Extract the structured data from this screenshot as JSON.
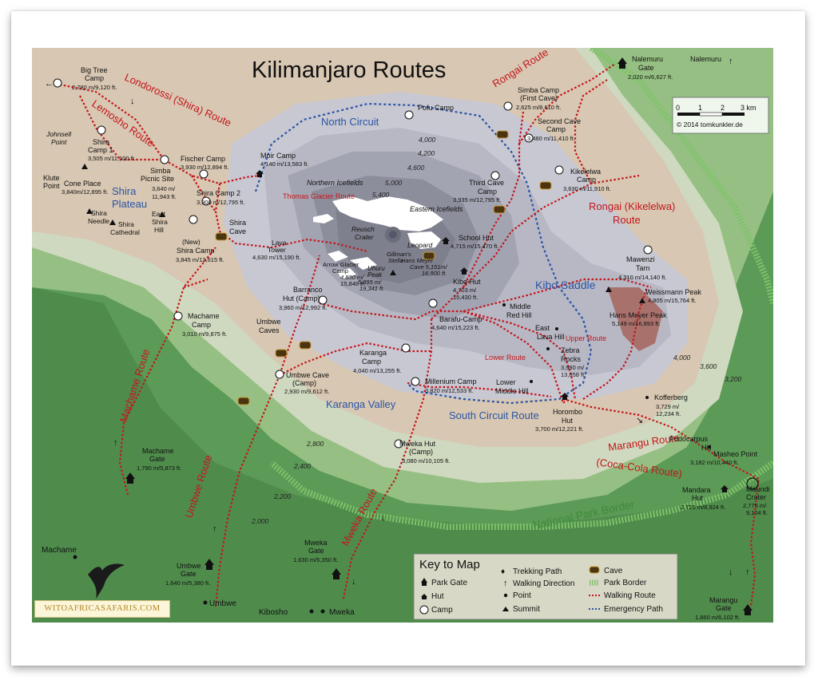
{
  "map": {
    "title": "Kilimanjaro Routes",
    "credit": "© 2014 tomkunkler.de",
    "scale": {
      "ticks": [
        "0",
        "1",
        "2",
        "3 km"
      ]
    },
    "watermark": "WITOAFRICASAFARIS.COM",
    "colors": {
      "route": "#c4161c",
      "emergency": "#2b55a6",
      "park_border": "#7fc26a"
    }
  },
  "routes": {
    "londorossi": "Londorossi (Shira) Route",
    "lemosho": "Lemosho Route",
    "machame": "Machame Route",
    "umbwe": "Umbwe Route",
    "mweka": "Mweka Route",
    "rongai": "Rongai Route",
    "rongai_kikelelwa_1": "Rongai (Kikelelwa)",
    "rongai_kikelelwa_2": "Route",
    "marangu_1": "Marangu Route",
    "marangu_2": "(Coca-Cola Route)",
    "thomas": "Thomas Glacier Route",
    "lower": "Lower Route",
    "upper": "Upper Route"
  },
  "regions": {
    "north_circuit": "North Circuit",
    "south_circuit": "South Circuit Route",
    "shira_1": "Shira",
    "shira_2": "Plateau",
    "kibo_saddle": "Kibo Saddle",
    "karanga_valley": "Karanga Valley",
    "national_park_border": "National Park Border"
  },
  "places": {
    "big_tree": {
      "name1": "Big Tree",
      "name2": "Camp",
      "elev": "2,780 m/9,120 ft."
    },
    "shira_camp1": {
      "name1": "Shira",
      "name2": "Camp 1",
      "elev": "3,505 m/11,500 ft."
    },
    "johnsell": {
      "name1": "Johnsell",
      "name2": "Point"
    },
    "klute": {
      "name1": "Klute",
      "name2": "Point"
    },
    "cone_place": {
      "name1": "Cone Place",
      "elev": "3,840m/12,895 ft."
    },
    "simba_picnic": {
      "name1": "Simba",
      "name2": "Picnic Site",
      "elev1": "3,640 m/",
      "elev2": "11,943 ft."
    },
    "fischer": {
      "name1": "Fischer Camp",
      "elev": "3,930 m/12,894 ft."
    },
    "moir": {
      "name1": "Moir Camp",
      "elev": "4,140 m/13,583 ft."
    },
    "shira_camp2": {
      "name1": "Shira Camp 2",
      "elev": "3,900 m/12,795 ft."
    },
    "shira_needle": {
      "name1": "Shira",
      "name2": "Needle"
    },
    "shira_cathedral": {
      "name1": "Shira",
      "name2": "Cathedral"
    },
    "east_shira": {
      "name1": "East",
      "name2": "Shira",
      "name3": "Hill"
    },
    "shira_cave": {
      "name1": "Shira",
      "name2": "Cave"
    },
    "new_shira": {
      "name1": "(New)",
      "name2": "Shira Camp",
      "elev": "3,845 m/12,615 ft."
    },
    "lava_tower": {
      "name1": "Lava",
      "name2": "Tower",
      "elev": "4,630 m/15,190 ft."
    },
    "arrow_glacier": {
      "name1": "Arrow Glacier",
      "name2": "Camp",
      "elev1": "4,830 m/",
      "elev2": "15,846 ft."
    },
    "uhuru": {
      "name1": "Uhuru",
      "name2": "Peak",
      "elev1": "5,895 m/",
      "elev2": "19,341 ft."
    },
    "gillmans": {
      "name1": "Gillman's",
      "name2": "Stella"
    },
    "hans_meyer_cave": {
      "name1": "Hans Meyer",
      "name2": "Cave 5,151m/",
      "elev": "16,900 ft."
    },
    "leopard": {
      "name1": "Leopard"
    },
    "reusch": {
      "name1": "Reusch",
      "name2": "Crater"
    },
    "northern_icefields": {
      "name1": "Northern Icefields"
    },
    "eastern_icefields": {
      "name1": "Eastern Icefields"
    },
    "pofu": {
      "name1": "Pofu Camp"
    },
    "third_cave": {
      "name1": "Third Cave",
      "name2": "Camp",
      "elev": "3,935 m/12,795 ft."
    },
    "school_hut": {
      "name1": "School Hut",
      "elev": "4,715 m/15,470 ft."
    },
    "kibo_hut": {
      "name1": "Kibo Hut",
      "elev1": "4,703 m/",
      "elev2": "15,430 ft."
    },
    "mawenzi_tarn": {
      "name1": "Mawenzi",
      "name2": "Tarn",
      "elev": "4,310 m/14,140 ft."
    },
    "weissmann": {
      "name1": "Weissmann Peak",
      "elev": "4,805 m/15,764 ft."
    },
    "hans_meyer_peak": {
      "name1": "Hans Meyer Peak",
      "elev": "5,149 m/16,893 ft."
    },
    "barranco": {
      "name1": "Barranco",
      "name2": "Hut (Camp)",
      "elev": "3,960 m/12,992 ft."
    },
    "machame_camp": {
      "name1": "Machame",
      "name2": "Camp",
      "elev": "3,010 m/9,875 ft."
    },
    "umbwe_caves": {
      "name1": "Umbwe",
      "name2": "Caves"
    },
    "barafu": {
      "name1": "Barafu-Camp",
      "elev": "4,640 m/15,223 ft."
    },
    "middle_red": {
      "name1": "Middle",
      "name2": "Red Hill"
    },
    "east_lava": {
      "name1": "East",
      "name2": "Lava Hill"
    },
    "karanga_camp": {
      "name1": "Karanga",
      "name2": "Camp",
      "elev": "4,040 m/13,255 ft."
    },
    "umbwe_cave": {
      "name1": "Umbwe Cave",
      "name2": "(Camp)",
      "elev": "2,930 m/9,612 ft."
    },
    "millenium": {
      "name1": "Millenium Camp",
      "elev": "3,820 m/12,533 ft."
    },
    "lower_middle": {
      "name1": "Lower",
      "name2": "Middle Hill"
    },
    "zebra": {
      "name1": "Zebra",
      "name2": "Rocks",
      "elev1": "3,980 m/",
      "elev2": "13,058 ft."
    },
    "horombo": {
      "name1": "Horombo",
      "name2": "Hut",
      "elev": "3,700 m/12,221 ft."
    },
    "kofferberg": {
      "name1": "Kofferberg",
      "elev1": "3,729 m/",
      "elev2": "12,234 ft."
    },
    "simba_camp": {
      "name1": "Simba Camp",
      "name2": "(First Cave)",
      "elev": "2,625 m/8,610 ft."
    },
    "second_cave": {
      "name1": "Second Cave",
      "name2": "Camp",
      "elev": "3,480 m/11,410 ft."
    },
    "kikelelwa": {
      "name1": "Kikelelwa",
      "name2": "Camp",
      "elev": "3,630 m/11,910 ft."
    },
    "nalemuru_gate": {
      "name1": "Nalemuru",
      "name2": "Gate",
      "elev": "2,020 m/6,627 ft."
    },
    "nalemuru": {
      "name1": "Nalemuru"
    },
    "podocarpus": {
      "name1": "Podocarpus",
      "name2": "Hill"
    },
    "masheo": {
      "name1": "Masheo Point",
      "elev": "3,182 m/10,440 ft."
    },
    "mandara": {
      "name1": "Mandara",
      "name2": "Hut",
      "elev": "2,720 m/8,924 ft."
    },
    "maundi": {
      "name1": "Maundi",
      "name2": "Crater",
      "elev1": "2,775 m/",
      "elev2": "9,104 ft."
    },
    "marangu_gate": {
      "name1": "Marangu",
      "name2": "Gate",
      "elev": "1,860 m/6,102 ft."
    },
    "machame_gate": {
      "name1": "Machame",
      "name2": "Gate",
      "elev": "1,790 m/5,873 ft."
    },
    "machame_village": {
      "name1": "Machame"
    },
    "umbwe_gate": {
      "name1": "Umbwe",
      "name2": "Gate",
      "elev": "1,640 m/5,380 ft."
    },
    "umbwe_village": {
      "name1": "Umbwe"
    },
    "mweka_hut": {
      "name1": "Mweka Hut",
      "name2": "(Camp)",
      "elev": "3,080 m/10,105 ft."
    },
    "mweka_gate": {
      "name1": "Mweka",
      "name2": "Gate",
      "elev": "1,630 m/5,350 ft."
    },
    "kibosho": {
      "name1": "Kibosho"
    },
    "mweka_village": {
      "name1": "Mweka"
    }
  },
  "contours": [
    "5,000",
    "5,400",
    "4,600",
    "4,200",
    "4,000",
    "4,000",
    "3,600",
    "3,200",
    "2,800",
    "2,400",
    "2,200",
    "2,000"
  ],
  "legend": {
    "title": "Key to Map",
    "items": [
      {
        "label": "Park Gate",
        "icon": "park-gate-icon"
      },
      {
        "label": "Hut",
        "icon": "hut-icon"
      },
      {
        "label": "Camp",
        "icon": "camp-icon"
      },
      {
        "label": "Trekking Path",
        "icon": "trekking-path-icon"
      },
      {
        "label": "Walking Direction",
        "icon": "walking-direction-icon"
      },
      {
        "label": "Point",
        "icon": "point-icon"
      },
      {
        "label": "Summit",
        "icon": "summit-icon"
      },
      {
        "label": "Cave",
        "icon": "cave-icon"
      },
      {
        "label": "Park Border",
        "icon": "park-border-icon"
      },
      {
        "label": "Walking Route",
        "icon": "walking-route-icon"
      },
      {
        "label": "Emergency Path",
        "icon": "emergency-path-icon"
      }
    ]
  }
}
